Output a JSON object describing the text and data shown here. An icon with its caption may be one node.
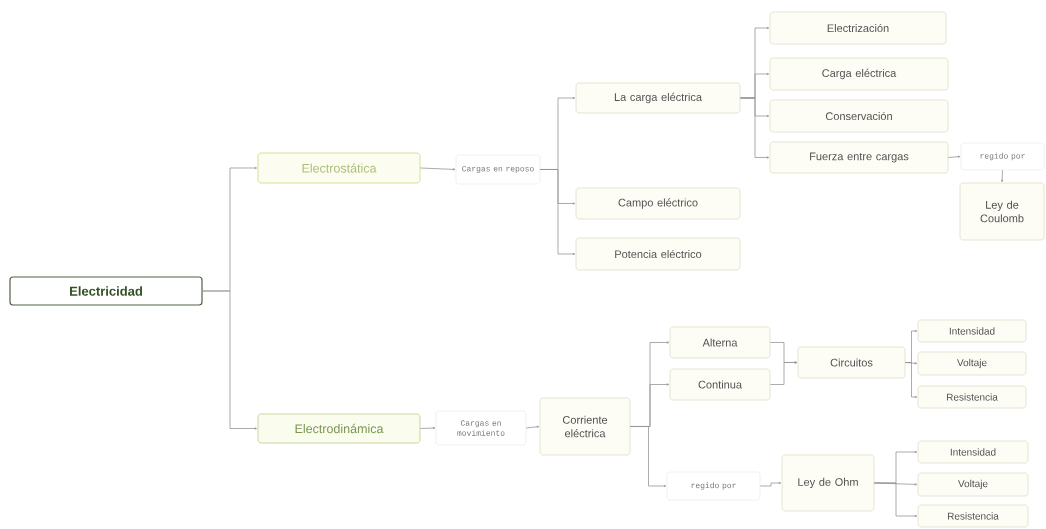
{
  "diagram": {
    "nodes": [
      {
        "text": [
          "Electricidad"
        ]
      },
      {
        "text": [
          "Electrostática"
        ]
      },
      {
        "text": [
          "Cargas en reposo"
        ]
      },
      {
        "text": [
          "La carga eléctrica"
        ]
      },
      {
        "text": [
          "Campo eléctrico"
        ]
      },
      {
        "text": [
          "Potencia eléctrico"
        ]
      },
      {
        "text": [
          "Electrización"
        ]
      },
      {
        "text": [
          "Carga eléctrica"
        ]
      },
      {
        "text": [
          "Conservación"
        ]
      },
      {
        "text": [
          "Fuerza entre cargas"
        ]
      },
      {
        "text": [
          "regido por"
        ]
      },
      {
        "text": [
          "Ley de Coulomb"
        ]
      },
      {
        "text": [
          "Electrodinámica"
        ]
      },
      {
        "text": [
          "Cargas en movimiento"
        ]
      },
      {
        "text": [
          "Corriente eléctrica"
        ]
      },
      {
        "text": [
          "Alterna"
        ]
      },
      {
        "text": [
          "Continua"
        ]
      },
      {
        "text": [
          "Circuitos"
        ]
      },
      {
        "text": [
          "Intensidad"
        ]
      },
      {
        "text": [
          "Voltaje"
        ]
      },
      {
        "text": [
          "Resistencia"
        ]
      },
      {
        "text": [
          "regido por"
        ]
      },
      {
        "text": [
          "Ley de Ohm"
        ]
      },
      {
        "text": [
          "Intensidad"
        ]
      },
      {
        "text": [
          "Voltaje"
        ]
      },
      {
        "text": [
          "Resistencia"
        ]
      }
    ],
    "edges": [
      {
        "from": 0,
        "to": 1,
        "arrow": "to"
      },
      {
        "from": 0,
        "to": 12,
        "arrow": "to"
      },
      {
        "from": 1,
        "to": 2,
        "arrow": "to"
      },
      {
        "from": 2,
        "to": 3,
        "arrow": "to"
      },
      {
        "from": 2,
        "to": 4,
        "arrow": "to"
      },
      {
        "from": 2,
        "to": 5,
        "arrow": "to"
      },
      {
        "from": 3,
        "to": 6,
        "arrow": "to"
      },
      {
        "from": 3,
        "to": 7,
        "arrow": "to"
      },
      {
        "from": 3,
        "to": 8,
        "arrow": "to"
      },
      {
        "from": 3,
        "to": 9,
        "arrow": "to"
      },
      {
        "from": 9,
        "to": 10,
        "arrow": "to"
      },
      {
        "from": 10,
        "to": 11,
        "arrow": "to"
      },
      {
        "from": 12,
        "to": 13,
        "arrow": "to"
      },
      {
        "from": 13,
        "to": 14,
        "arrow": "to"
      },
      {
        "from": 14,
        "to": 15,
        "arrow": "to"
      },
      {
        "from": 14,
        "to": 16,
        "arrow": "to"
      },
      {
        "from": 14,
        "to": 21,
        "arrow": "to"
      },
      {
        "from": 15,
        "to": 17,
        "arrow": "to"
      },
      {
        "from": 16,
        "to": 17,
        "arrow": "to"
      },
      {
        "from": 17,
        "to": 18,
        "arrow": "to"
      },
      {
        "from": 17,
        "to": 19,
        "arrow": "to"
      },
      {
        "from": 17,
        "to": 20,
        "arrow": "to"
      },
      {
        "from": 21,
        "to": 22,
        "arrow": "to"
      },
      {
        "from": 22,
        "to": 23,
        "arrow": "to"
      },
      {
        "from": 22,
        "to": 24,
        "arrow": "to"
      },
      {
        "from": 22,
        "to": 25,
        "arrow": "to"
      }
    ]
  }
}
